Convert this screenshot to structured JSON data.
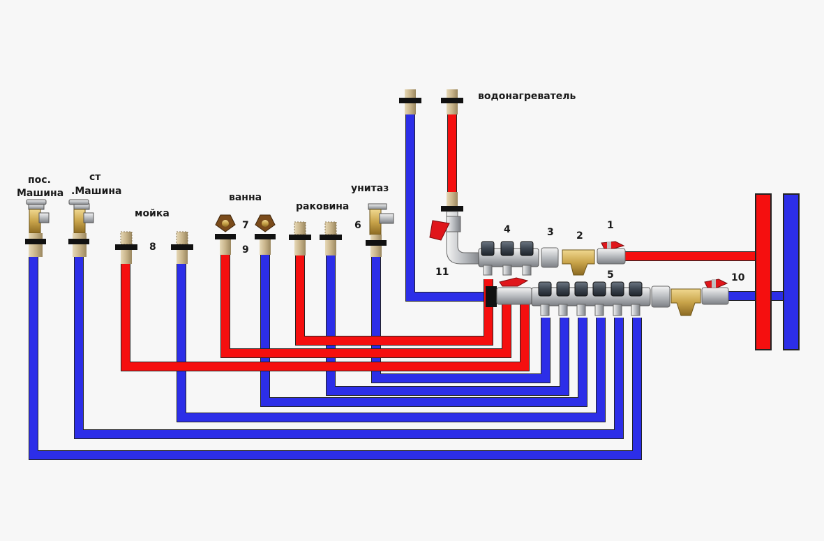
{
  "labels": {
    "pos_mashina_1": "пос.",
    "pos_mashina_2": "Машина",
    "st_mashina_1": "ст",
    "st_mashina_2": ".Машина",
    "moyka": "мойка",
    "vanna": "ванна",
    "rakovina": "раковина",
    "unitaz": "унитаз",
    "vodonagrevatel": "водонагреватель"
  },
  "numbers": {
    "n1": "1",
    "n2": "2",
    "n3": "3",
    "n4": "4",
    "n5": "5",
    "n6": "6",
    "n7": "7",
    "n8": "8",
    "n9": "9",
    "n10": "10",
    "n11": "11"
  },
  "colors": {
    "hot_pipe": "#f50f0f",
    "cold_pipe": "#2c2ee8",
    "valve_handle": "#e0161b",
    "brass": "#c9a44a",
    "chrome": "#c7c9cc",
    "manifold": "#3d4651",
    "fitting_beige": "#c8b48a"
  }
}
